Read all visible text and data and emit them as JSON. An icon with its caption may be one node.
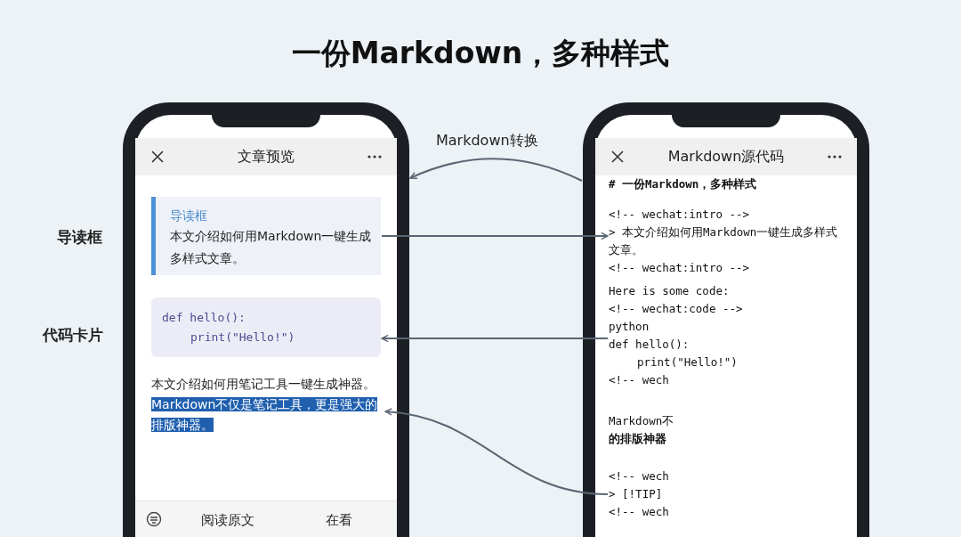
{
  "diagram": {
    "title": "一份Markdown，多种样式",
    "nodes": [
      {
        "text": [
          "文章预览"
        ]
      },
      {
        "text": [
          "导读框",
          "本文介绍如何用Markdown一键生成多样式文章。"
        ],
        "in": 0
      },
      {
        "text": [
          "def hello():",
          "print(\"Hello!\")"
        ],
        "in": 0
      },
      {
        "text": [
          "本文介绍如何用笔记工具一键生成神器。**Markdown不仅是笔记工具，更是强大的排版神器。**"
        ],
        "in": 0
      },
      {
        "text": [
          "Markdown源代码"
        ]
      },
      {
        "text": [
          "# 一份Markdown，多种样式"
        ],
        "in": 4
      },
      {
        "text": [
          "<!-- wechat:intro -->",
          "> 本文介绍如何用Markdown一键生成多样式文章。",
          "<!-- wechat:intro -->"
        ],
        "in": 4
      },
      {
        "text": [
          "Here is some code:",
          "<!-- wechat:code -->",
          "python",
          "def hello():",
          "print(\"Hello!\")",
          "<!-- wech"
        ],
        "in": 4
      },
      {
        "text": [
          "Markdown不",
          "的排版神器"
        ],
        "in": 4
      },
      {
        "text": [
          "<!-- wech",
          "> [!TIP]",
          "<!-- wech"
        ],
        "in": 4
      }
    ],
    "edges": [
      {
        "from": 4,
        "to": 0,
        "arrow": "to",
        "label": "Markdown转换"
      },
      {
        "from": 1,
        "to": 6,
        "arrow": "to"
      },
      {
        "from": 7,
        "to": 2,
        "arrow": "to"
      },
      {
        "from": 9,
        "to": 3,
        "arrow": "to"
      }
    ],
    "labels": [
      "导读框",
      "代码卡片",
      "阅读原文",
      "在看"
    ]
  }
}
